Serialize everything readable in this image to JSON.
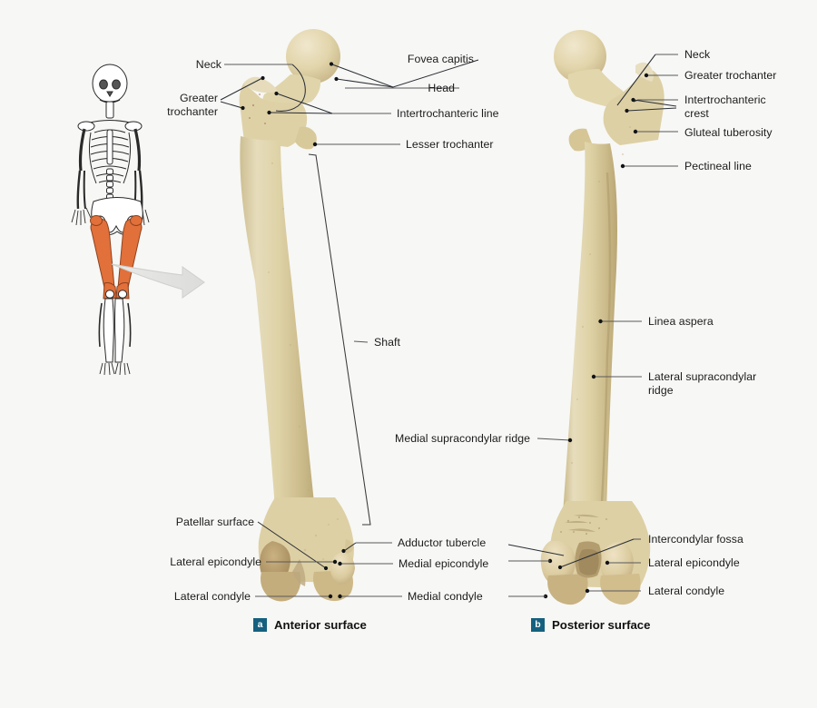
{
  "figure": {
    "title": "Femur",
    "background_color": "#f7f7f5",
    "bone_color": "#ddd2a8",
    "highlight_color": "#e2703a",
    "badge_color": "#15607f",
    "leader_color": "#59595b"
  },
  "orientation_inset": {
    "name": "whole-skeleton-anterior-view",
    "highlighted_bone": "femur",
    "highlight_color": "#e2703a",
    "arrow": "magnify-arrow-right"
  },
  "panels": [
    {
      "badge": "a",
      "caption": "Anterior surface"
    },
    {
      "badge": "b",
      "caption": "Posterior surface"
    }
  ],
  "labels": {
    "anterior_left": [
      {
        "id": "neck",
        "text": "Neck"
      },
      {
        "id": "greater-trochanter",
        "line1": "Greater",
        "line2": "trochanter"
      },
      {
        "id": "patellar-surface",
        "text": "Patellar surface"
      },
      {
        "id": "lateral-epicondyle-a",
        "text": "Lateral epicondyle"
      },
      {
        "id": "lateral-condyle-a",
        "text": "Lateral condyle"
      }
    ],
    "anterior_right": [
      {
        "id": "fovea-capitis",
        "text": "Fovea capitis"
      },
      {
        "id": "head",
        "text": "Head"
      },
      {
        "id": "intertrochanteric-line",
        "text": "Intertrochanteric line"
      },
      {
        "id": "lesser-trochanter",
        "text": "Lesser trochanter"
      },
      {
        "id": "shaft",
        "text": "Shaft"
      },
      {
        "id": "medial-supracondylar-ridge",
        "text": "Medial supracondylar ridge"
      },
      {
        "id": "adductor-tubercle",
        "text": "Adductor tubercle"
      },
      {
        "id": "medial-epicondyle",
        "text": "Medial epicondyle"
      },
      {
        "id": "medial-condyle",
        "text": "Medial condyle"
      }
    ],
    "posterior_right": [
      {
        "id": "neck-p",
        "text": "Neck"
      },
      {
        "id": "greater-trochanter-p",
        "text": "Greater trochanter"
      },
      {
        "id": "intertrochanteric-crest",
        "line1": "Intertrochanteric",
        "line2": "crest"
      },
      {
        "id": "gluteal-tuberosity",
        "text": "Gluteal tuberosity"
      },
      {
        "id": "pectineal-line",
        "text": "Pectineal line"
      },
      {
        "id": "linea-aspera",
        "text": "Linea aspera"
      },
      {
        "id": "lateral-supracondylar-ridge",
        "line1": "Lateral supracondylar",
        "line2": "ridge"
      },
      {
        "id": "intercondylar-fossa",
        "text": "Intercondylar fossa"
      },
      {
        "id": "lateral-epicondyle-p",
        "text": "Lateral epicondyle"
      },
      {
        "id": "lateral-condyle-p",
        "text": "Lateral condyle"
      }
    ]
  }
}
